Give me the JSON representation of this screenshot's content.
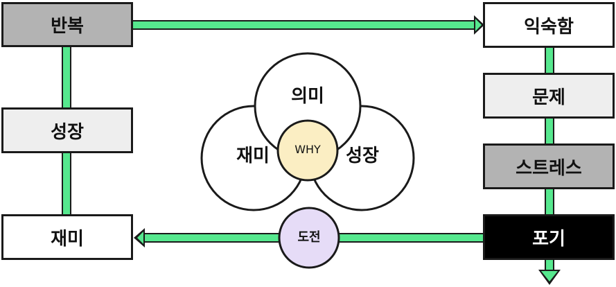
{
  "colors": {
    "connector": "#56e88e",
    "outline": "#1a1a1a",
    "box_dark_gray": "#b3b3b3",
    "box_light_gray": "#eeeeee",
    "box_white": "#ffffff",
    "box_black": "#000000",
    "why_fill": "#fbeec3",
    "challenge_fill": "#e6dcf7"
  },
  "left_column": {
    "repeat": "반복",
    "growth": "성장",
    "fun": "재미"
  },
  "right_column": {
    "familiarity": "익숙함",
    "problem": "문제",
    "stress": "스트레스",
    "give_up": "포기"
  },
  "venn": {
    "top": "의미",
    "left": "재미",
    "right": "성장",
    "center": "WHY"
  },
  "challenge": "도전"
}
